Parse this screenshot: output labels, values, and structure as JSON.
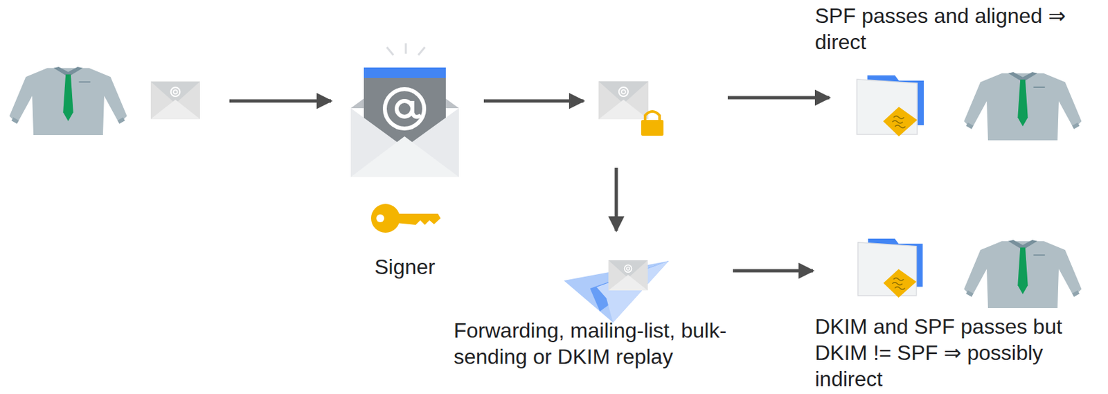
{
  "diagram": {
    "nodes": [
      {
        "text": [
          "Signer"
        ]
      },
      {
        "text": [
          "SPF passes and aligned ⇒ direct"
        ]
      },
      {
        "text": [
          "Forwarding, mailing-list, bulk-sending or DKIM replay"
        ]
      },
      {
        "text": [
          "DKIM and SPF passes but DKIM != SPF ⇒ possibly indirect"
        ]
      }
    ],
    "edges": [
      {
        "from": 2,
        "to": 3,
        "arrow": "to"
      }
    ]
  }
}
